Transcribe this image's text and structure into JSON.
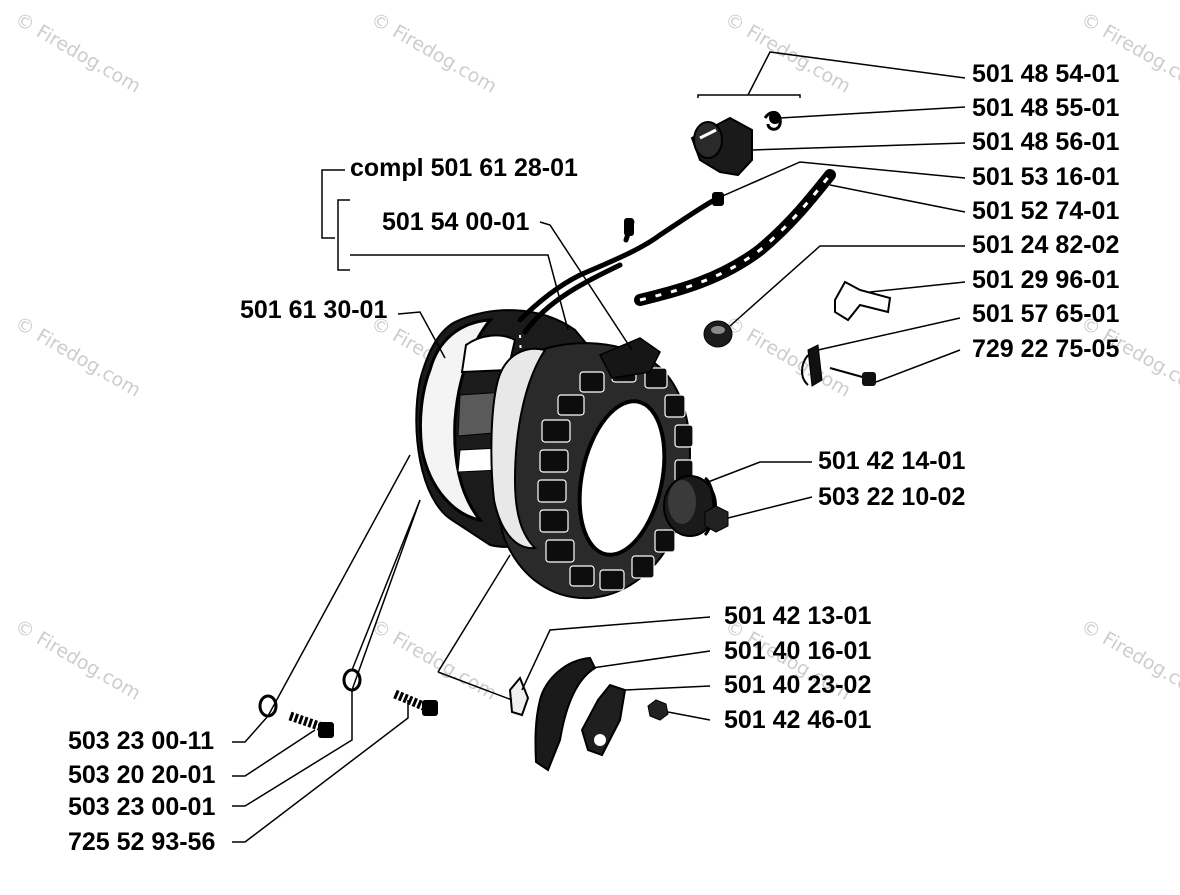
{
  "diagram": {
    "watermark": "© Firedog.com",
    "labels": {
      "compl": "compl 501 61 28-01",
      "p_501_54_00_01": "501 54 00-01",
      "p_501_61_30_01": "501 61 30-01",
      "p_501_48_54_01": "501 48 54-01",
      "p_501_48_55_01": "501 48 55-01",
      "p_501_48_56_01": "501 48 56-01",
      "p_501_53_16_01": "501 53 16-01",
      "p_501_52_74_01": "501 52 74-01",
      "p_501_24_82_02": "501 24 82-02",
      "p_501_29_96_01": "501 29 96-01",
      "p_501_57_65_01": "501 57 65-01",
      "p_729_22_75_05": "729 22 75-05",
      "p_501_42_14_01": "501 42 14-01",
      "p_503_22_10_02": "503 22 10-02",
      "p_501_42_13_01": "501 42 13-01",
      "p_501_40_16_01": "501 40 16-01",
      "p_501_40_23_02": "501 40 23-02",
      "p_501_42_46_01": "501 42 46-01",
      "p_503_23_00_11": "503 23 00-11",
      "p_503_20_20_01": "503 20 20-01",
      "p_503_23_00_01": "503 23 00-01",
      "p_725_52_93_56": "725 52 93-56"
    }
  }
}
